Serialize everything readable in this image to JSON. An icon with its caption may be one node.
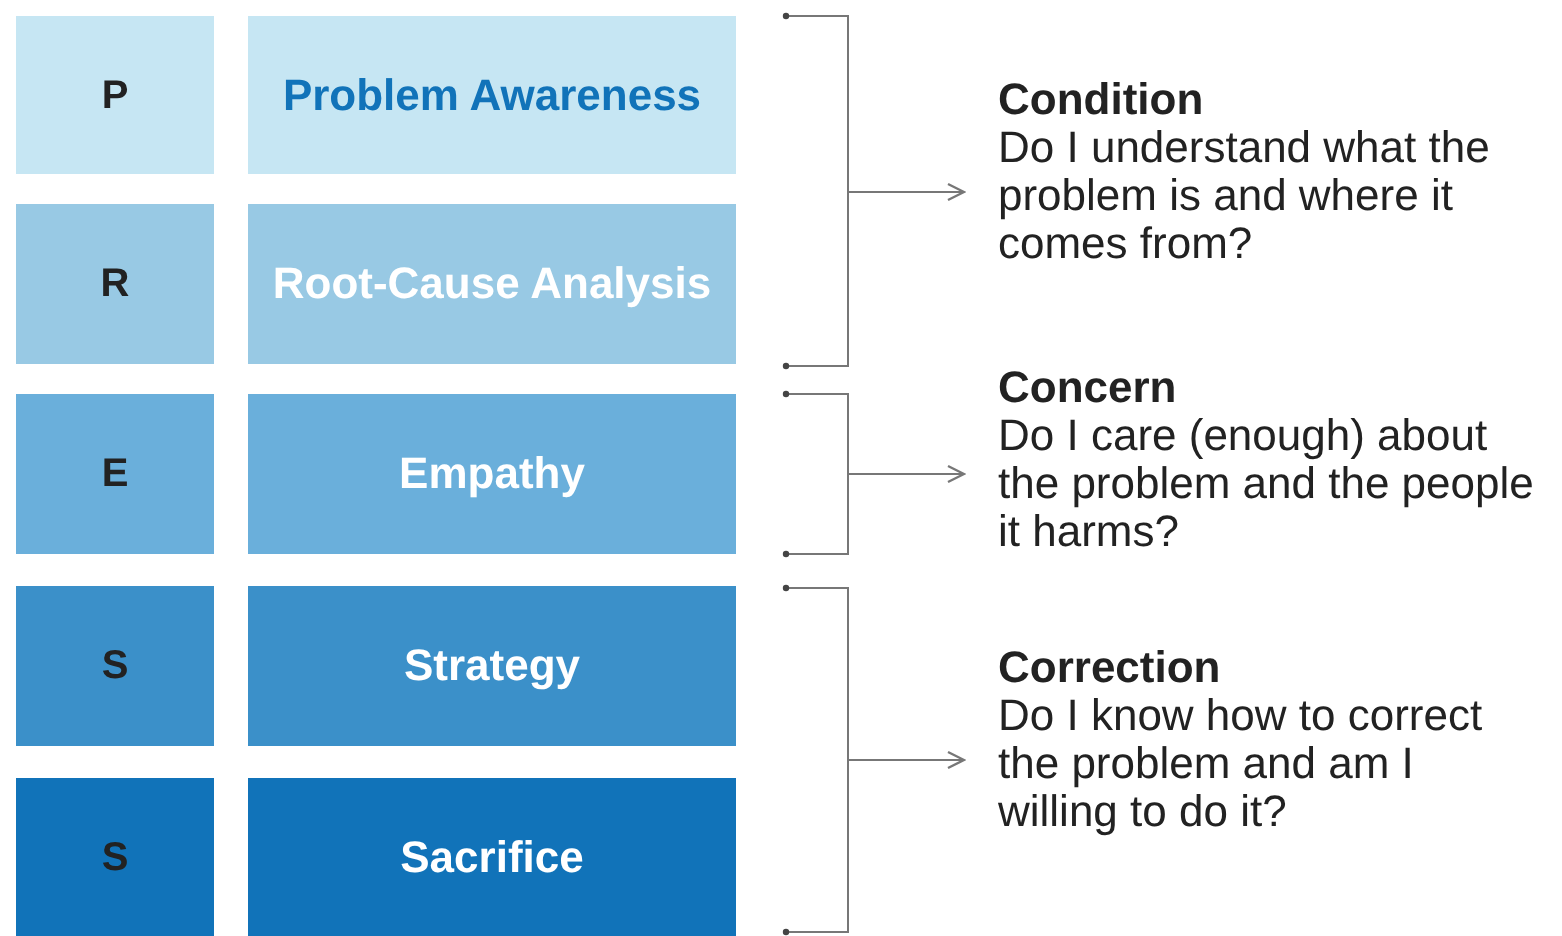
{
  "diagram": {
    "nodes": [
      {
        "text": [
          "P"
        ]
      },
      {
        "text": [
          "Problem Awareness"
        ]
      },
      {
        "text": [
          "R"
        ]
      },
      {
        "text": [
          "Root-Cause Analysis"
        ]
      },
      {
        "text": [
          "E"
        ]
      },
      {
        "text": [
          "Empathy"
        ]
      },
      {
        "text": [
          "S"
        ]
      },
      {
        "text": [
          "Strategy"
        ]
      },
      {
        "text": [
          "S"
        ]
      },
      {
        "text": [
          "Sacrifice"
        ]
      },
      {
        "text": [
          "Condition",
          "Do I understand what the problem is and where it comes from?"
        ]
      },
      {
        "text": [
          "Concern",
          "Do I care (enough) about the problem and the people it harms?"
        ]
      },
      {
        "text": [
          "Correction",
          "Do I know how to correct the problem and am I willing to do it?"
        ]
      },
      {
        "text": [],
        "shape": "bracket"
      },
      {
        "text": [],
        "shape": "bracket"
      },
      {
        "text": [],
        "shape": "bracket"
      }
    ],
    "edges": [
      {
        "from": 13,
        "to": 10,
        "arrow": "to"
      },
      {
        "from": 14,
        "to": 11,
        "arrow": "to"
      },
      {
        "from": 15,
        "to": 12,
        "arrow": "to"
      }
    ]
  }
}
